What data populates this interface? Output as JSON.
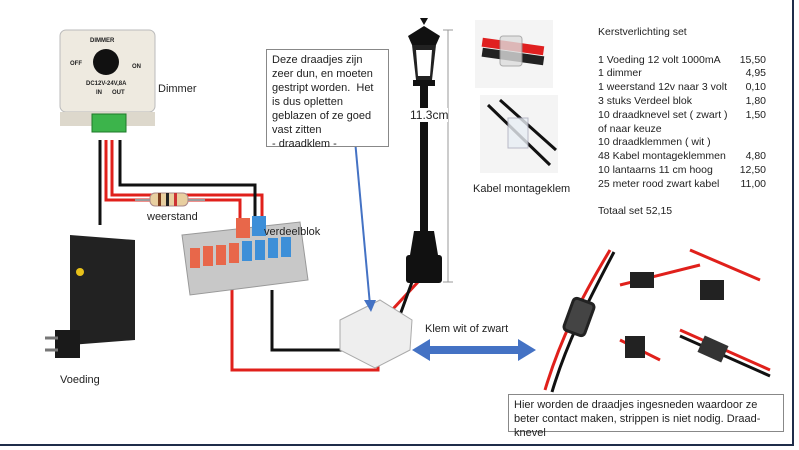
{
  "labels": {
    "dimmer": "Dimmer",
    "dimmer_device": {
      "title": "DIMMER",
      "off": "OFF",
      "on": "ON",
      "rating": "DC12V-24V,8A",
      "in": "IN",
      "out": "OUT"
    },
    "weerstand": "weerstand",
    "verdeelblok": "verdeelblok",
    "voeding": "Voeding",
    "height": "11.3cm",
    "kabel": "Kabel montageklem",
    "klem": "Klem wit of zwart"
  },
  "note_top": "Deze draadjes zijn zeer dun, en moeten gestript worden.  Het is dus opletten geblazen of ze goed vast zitten\n- draadklem -",
  "note_bottom": "Hier worden de draadjes ingesneden waardoor ze beter contact maken, strippen is niet nodig. Draad-knevel",
  "parts": {
    "title": "Kerstverlichting set",
    "items": [
      {
        "name": "1 Voeding 12 volt 1000mA",
        "price": "15,50"
      },
      {
        "name": "1 dimmer",
        "price": "4,95"
      },
      {
        "name": "1 weerstand  12v naar 3 volt",
        "price": "0,10"
      },
      {
        "name": "3 stuks Verdeel blok",
        "price": "1,80"
      },
      {
        "name": "10 draadknevel set ( zwart )",
        "price": "1,50"
      },
      {
        "name": "of naar keuze",
        "price": ""
      },
      {
        "name": "10 draadklemmen ( wit )",
        "price": ""
      },
      {
        "name": "48 Kabel montageklemmen",
        "price": "4,80"
      },
      {
        "name": "10 lantaarns 11 cm hoog",
        "price": "12,50"
      },
      {
        "name": "25 meter rood zwart kabel",
        "price": "11,00"
      }
    ],
    "total": "Totaal set 52,15"
  },
  "colors": {
    "red_wire": "#e0201b",
    "black_wire": "#111111",
    "arrow": "#4472c4",
    "frame": "#1f2d4a"
  }
}
